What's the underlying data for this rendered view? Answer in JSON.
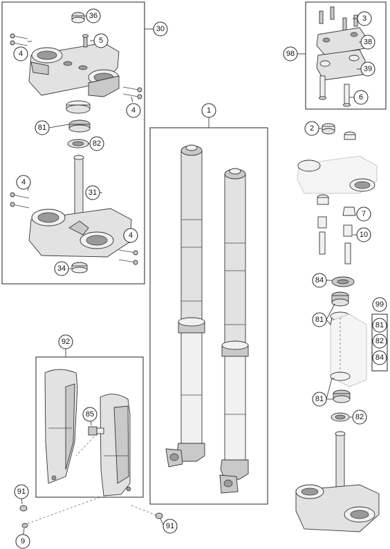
{
  "diagram": {
    "callouts": {
      "c36": "36",
      "c30": "30",
      "c5": "5",
      "c4a": "4",
      "c4b": "4",
      "c81a": "81",
      "c82a": "82",
      "c4c": "4",
      "c31": "31",
      "c4d": "4",
      "c34": "34",
      "c3": "3",
      "c38": "38",
      "c98": "98",
      "c39": "39",
      "c6": "6",
      "c1": "1",
      "c2": "2",
      "c7": "7",
      "c10": "10",
      "c84": "84",
      "c99": "99",
      "c81k": "81",
      "c82k": "82",
      "c84k": "84",
      "c81b": "81",
      "c81c": "81",
      "c82b": "82",
      "c92": "92",
      "c85": "85",
      "c91a": "91",
      "c91b": "91",
      "c9": "9"
    }
  }
}
